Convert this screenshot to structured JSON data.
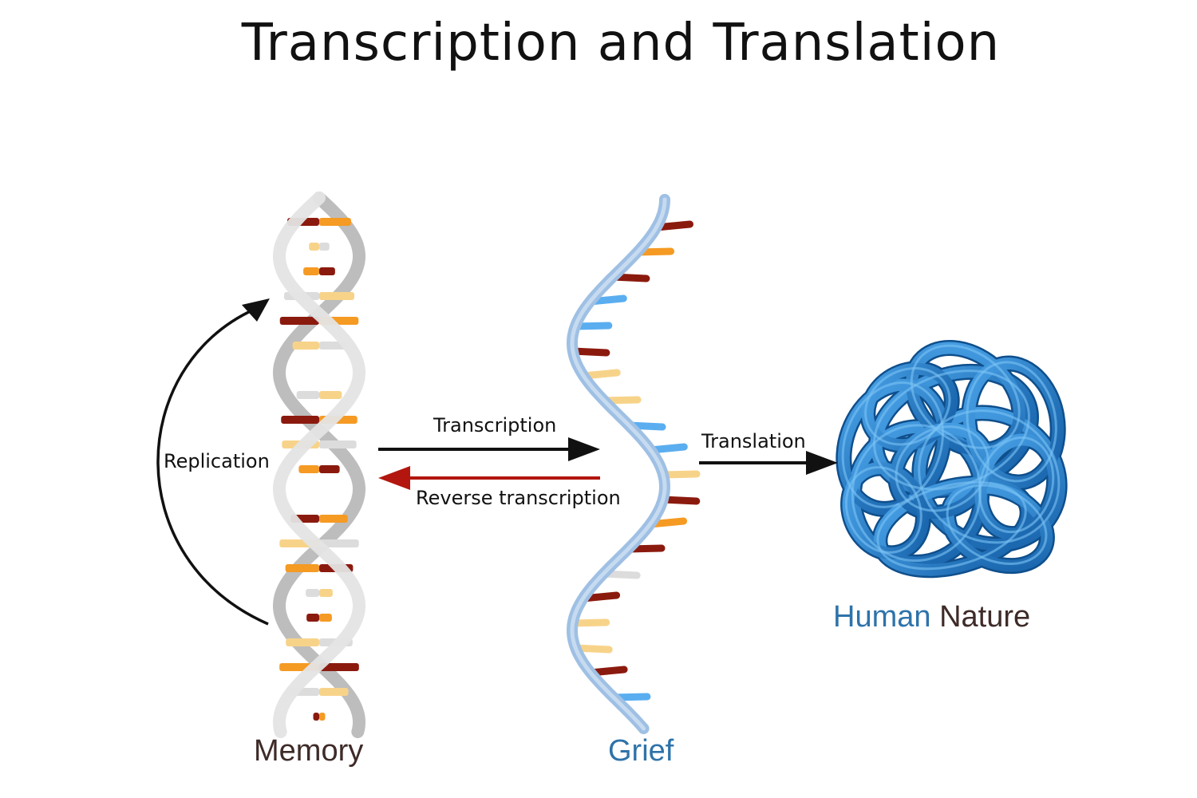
{
  "title": "Transcription and Translation",
  "labels": {
    "replication": "Replication",
    "transcription": "Transcription",
    "reverse_transcription": "Reverse transcription",
    "translation": "Translation"
  },
  "captions": {
    "dna": "Memory",
    "rna": "Grief",
    "protein_word1": "Human",
    "protein_word2": "Nature"
  },
  "colors": {
    "title": "#111111",
    "arrow_forward": "#111111",
    "arrow_reverse": "#b3160e",
    "blue_caption": "#2e73aa",
    "brown_caption": "#3e2b28",
    "dna_backbone": "#cfcfcf",
    "rna_backbone": "#a9c6e6",
    "protein": "#1f78c4"
  },
  "icons": {
    "dna": "double-helix-illustration",
    "rna": "single-strand-helix-illustration",
    "protein": "folded-protein-blob-illustration"
  }
}
